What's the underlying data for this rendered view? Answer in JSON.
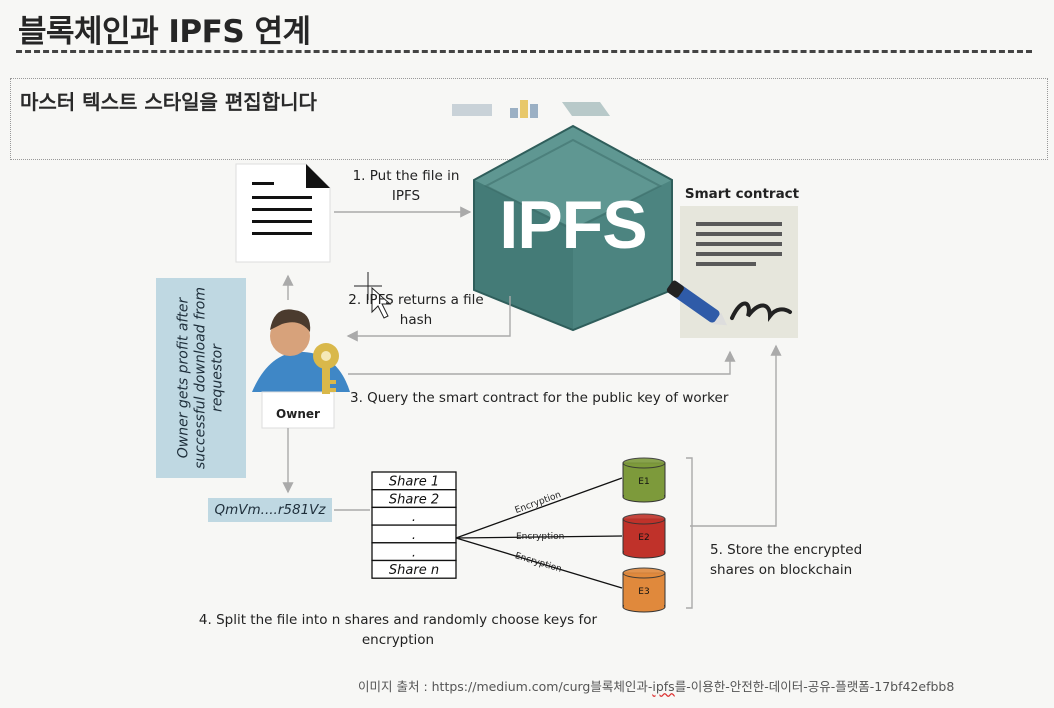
{
  "slide": {
    "title": "블록체인과 IPFS 연계",
    "placeholder": "마스터 텍스트 스타일을 편집합니다"
  },
  "diagram": {
    "ipfs_logo": "IPFS",
    "smart_contract_label": "Smart contract",
    "owner_label": "Owner",
    "step1": "1. Put the file in IPFS",
    "step2": "2. IPFS returns a file hash",
    "step3": "3. Query the smart contract for the public key of worker",
    "step4": "4. Split the file into n shares and randomly choose keys for encryption",
    "step5": "5. Store the encrypted shares on blockchain",
    "side_note": "Owner gets profit after successful download from requestor",
    "file_hash": "QmVm....r581Vz",
    "shares": [
      "Share 1",
      "Share 2",
      ".",
      ".",
      ".",
      "Share n"
    ],
    "encryption_label": "Encryption",
    "stores": [
      {
        "label": "E1",
        "color": "#7d9a3b"
      },
      {
        "label": "E2",
        "color": "#c0322a"
      },
      {
        "label": "E3",
        "color": "#e0893c"
      }
    ]
  },
  "caption": {
    "prefix": "이미지 출처 : https://medium.com/curg블록체인과-",
    "misspelled": "ipfs",
    "suffix": "를-이용한-안전한-데이터-공유-플랫폼-17bf42efbb8"
  }
}
